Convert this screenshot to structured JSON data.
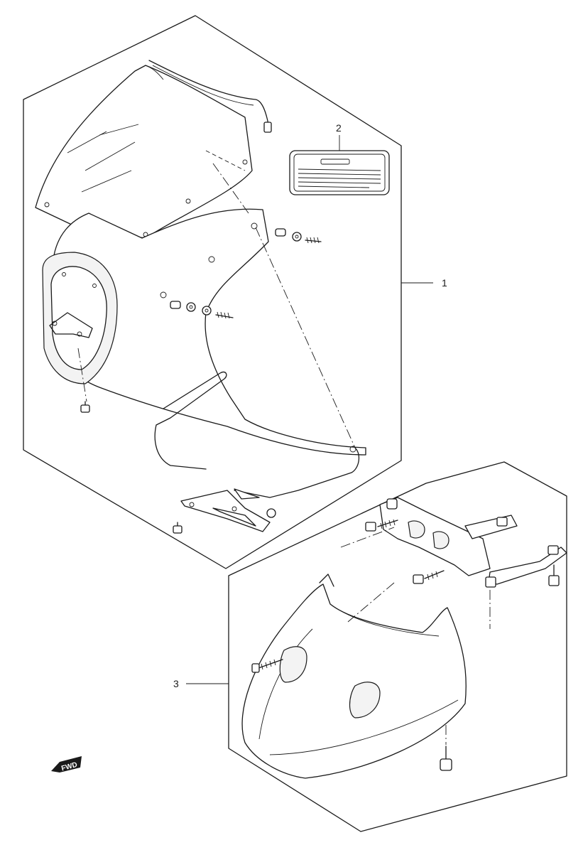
{
  "callouts": {
    "part1": "1",
    "part2": "2",
    "part3": "3"
  },
  "direction_badge": {
    "label": "FWD"
  },
  "colors": {
    "line": "#1a1a1a",
    "background": "#ffffff"
  }
}
